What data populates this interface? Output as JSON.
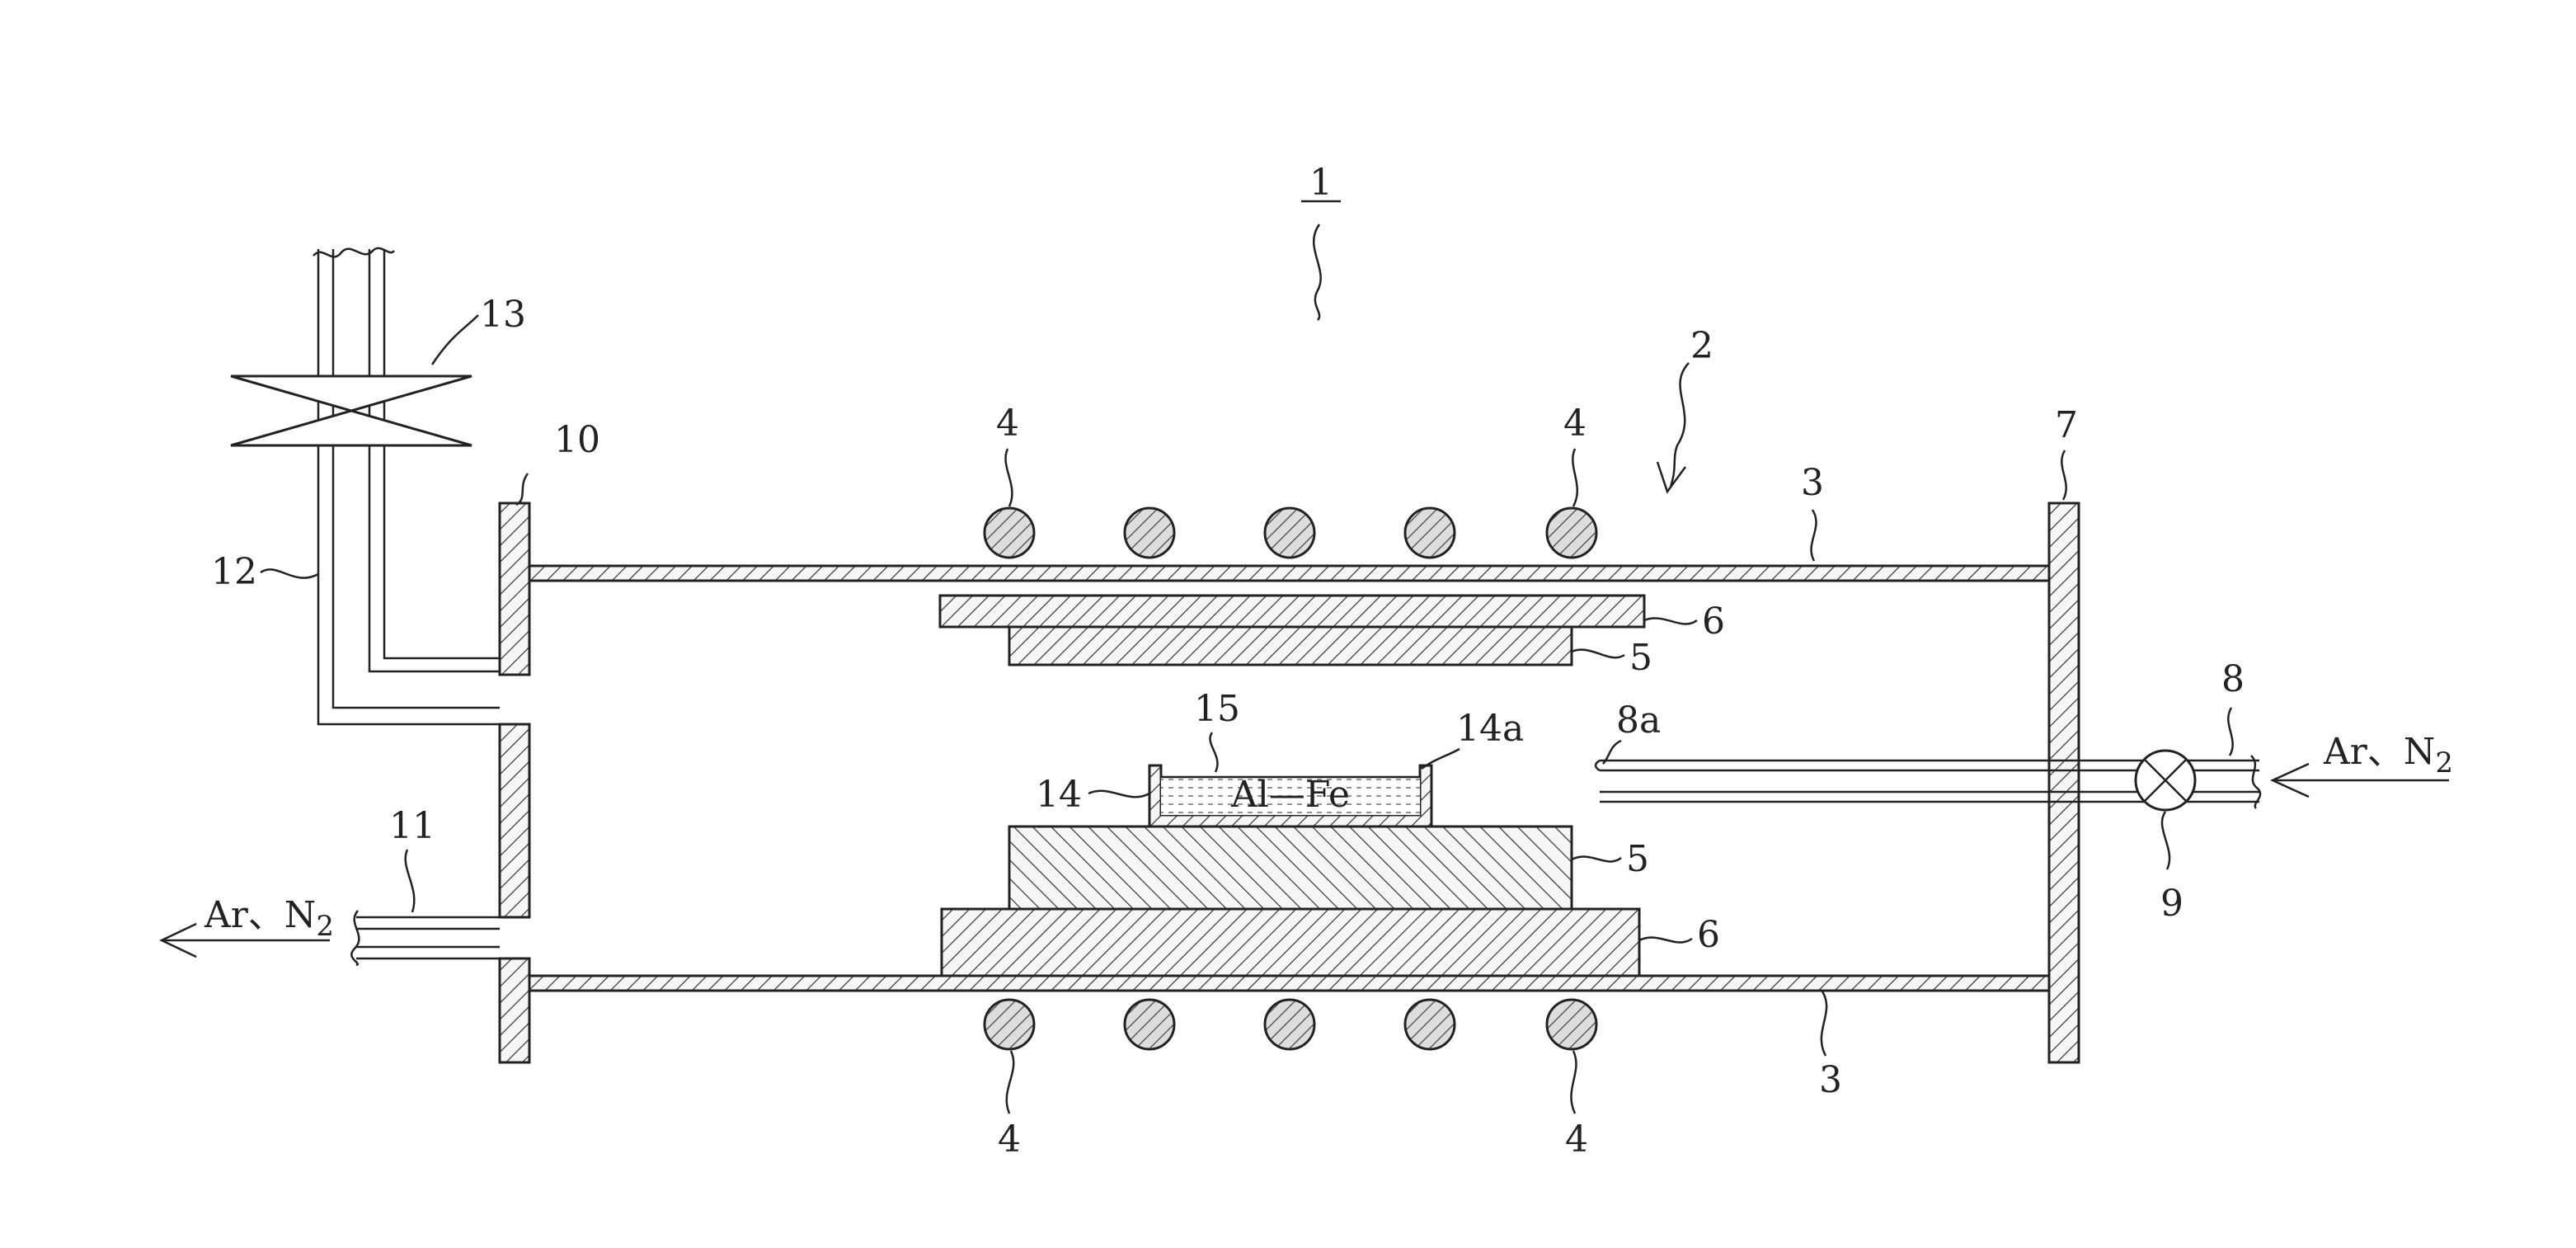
{
  "reference_numerals": {
    "apparatus": "1",
    "furnace": "2",
    "tube_top": "3",
    "tube_bottom": "3",
    "heater_top_left": "4",
    "heater_top_right": "4",
    "heater_bottom_left": "4",
    "heater_bottom_right": "4",
    "block_upper": "5",
    "block_lower": "5",
    "plate_upper": "6",
    "plate_lower": "6",
    "flange_right": "7",
    "inlet_pipe": "8",
    "inlet_nozzle": "8a",
    "valve": "9",
    "flange_left": "10",
    "outlet_pipe": "11",
    "exhaust_pipe": "12",
    "exhaust_valve": "13",
    "crucible": "14",
    "crucible_rim": "14a",
    "melt": "15"
  },
  "melt_label": "Al—Fe",
  "gas_inlet": {
    "prefix": "Ar、N",
    "subscript": "2"
  },
  "gas_outlet": {
    "prefix": "Ar、N",
    "subscript": "2"
  },
  "colors": {
    "line": "#222222",
    "hatch_fill": "#f4f4f4",
    "heater_fill": "#bdbdbd",
    "background": "#ffffff"
  }
}
